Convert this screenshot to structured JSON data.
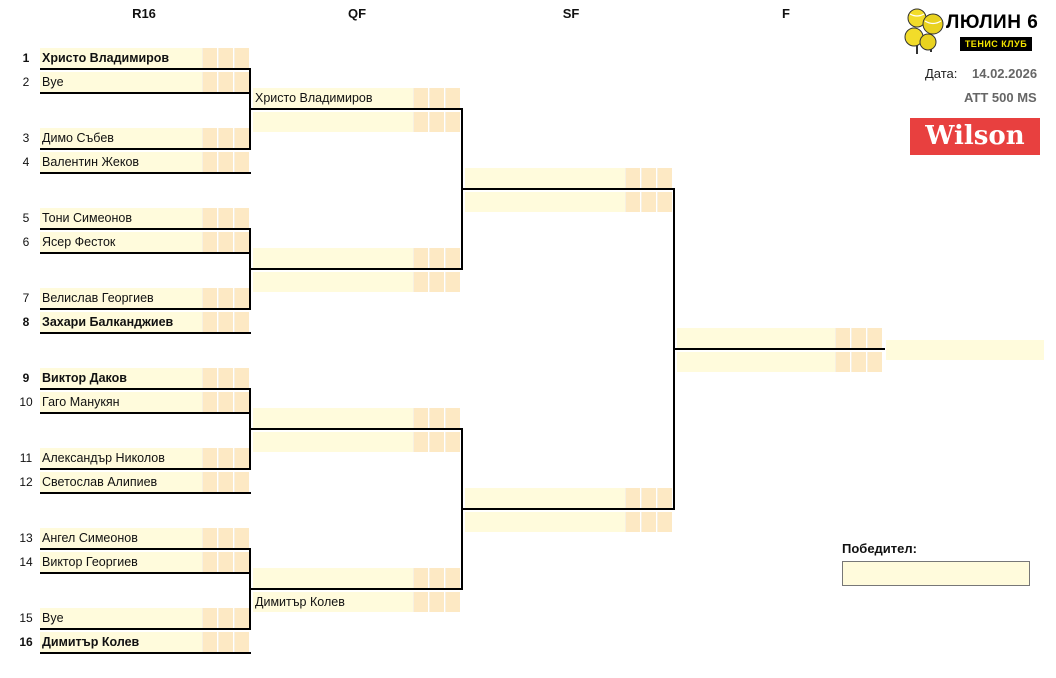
{
  "header": {
    "rounds": [
      "R16",
      "QF",
      "SF",
      "F"
    ]
  },
  "club": {
    "name": "ЛЮЛИН 6",
    "subtitle": "ТЕНИС КЛУБ"
  },
  "info": {
    "date_label": "Дата:",
    "date_value": "14.02.2026",
    "tournament": "ATT 500 MS"
  },
  "sponsor": {
    "name": "Wilson",
    "color": "#e8403f"
  },
  "winner": {
    "label": "Победител:",
    "value": ""
  },
  "r16": [
    {
      "seed": "1",
      "name": "Христо Владимиров",
      "bold": true
    },
    {
      "seed": "2",
      "name": "Bye",
      "bold": false
    },
    {
      "seed": "3",
      "name": "Димо Събев",
      "bold": false
    },
    {
      "seed": "4",
      "name": "Валентин Жеков",
      "bold": false
    },
    {
      "seed": "5",
      "name": "Тони Симеонов",
      "bold": false
    },
    {
      "seed": "6",
      "name": "Ясер Фесток",
      "bold": false
    },
    {
      "seed": "7",
      "name": "Велислав Георгиев",
      "bold": false
    },
    {
      "seed": "8",
      "name": "Захари Балканджиев",
      "bold": true
    },
    {
      "seed": "9",
      "name": "Виктор Даков",
      "bold": true
    },
    {
      "seed": "10",
      "name": "Гаго Манукян",
      "bold": false
    },
    {
      "seed": "11",
      "name": "Александър Николов",
      "bold": false
    },
    {
      "seed": "12",
      "name": "Светослав Алипиев",
      "bold": false
    },
    {
      "seed": "13",
      "name": "Ангел Симеонов",
      "bold": false
    },
    {
      "seed": "14",
      "name": "Виктор Георгиев",
      "bold": false
    },
    {
      "seed": "15",
      "name": "Bye",
      "bold": false
    },
    {
      "seed": "16",
      "name": "Димитър Колев",
      "bold": true
    }
  ],
  "qf": [
    "Христо Владимиров",
    "",
    "",
    "",
    "",
    "",
    "",
    "Димитър Колев"
  ],
  "sf": [
    "",
    "",
    "",
    ""
  ],
  "final": [
    "",
    ""
  ]
}
